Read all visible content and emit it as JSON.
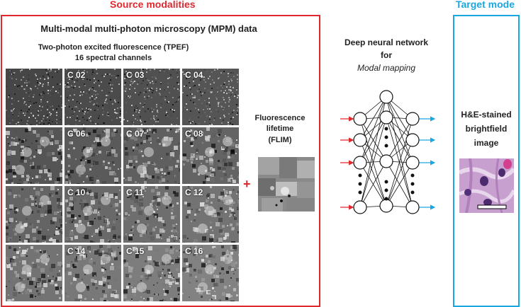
{
  "headers": {
    "source": "Source modalities",
    "target": "Target mode"
  },
  "mpm": {
    "title": "Multi-modal multi-photon microscopy (MPM) data",
    "tpef_line1": "Two-photon excited fluorescence (TPEF)",
    "tpef_line2": "16 spectral channels",
    "channels": [
      "",
      "C 02",
      "C 03",
      "C 04",
      "",
      "C 06",
      "C 07",
      "C 08",
      "",
      "C 10",
      "C 11",
      "C 12",
      "",
      "C 14",
      "C 15",
      "C 16"
    ]
  },
  "flim": {
    "line1": "Fluorescence",
    "line2": "lifetime",
    "line3": "(FLIM)"
  },
  "plus": "+",
  "dnn": {
    "line1": "Deep neural network",
    "line2": "for",
    "line3": "Modal mapping"
  },
  "target": {
    "line1": "H&E-stained",
    "line2": "brightfield",
    "line3": "image"
  },
  "colors": {
    "red": "#e0282f",
    "blue": "#1aa7e0"
  }
}
